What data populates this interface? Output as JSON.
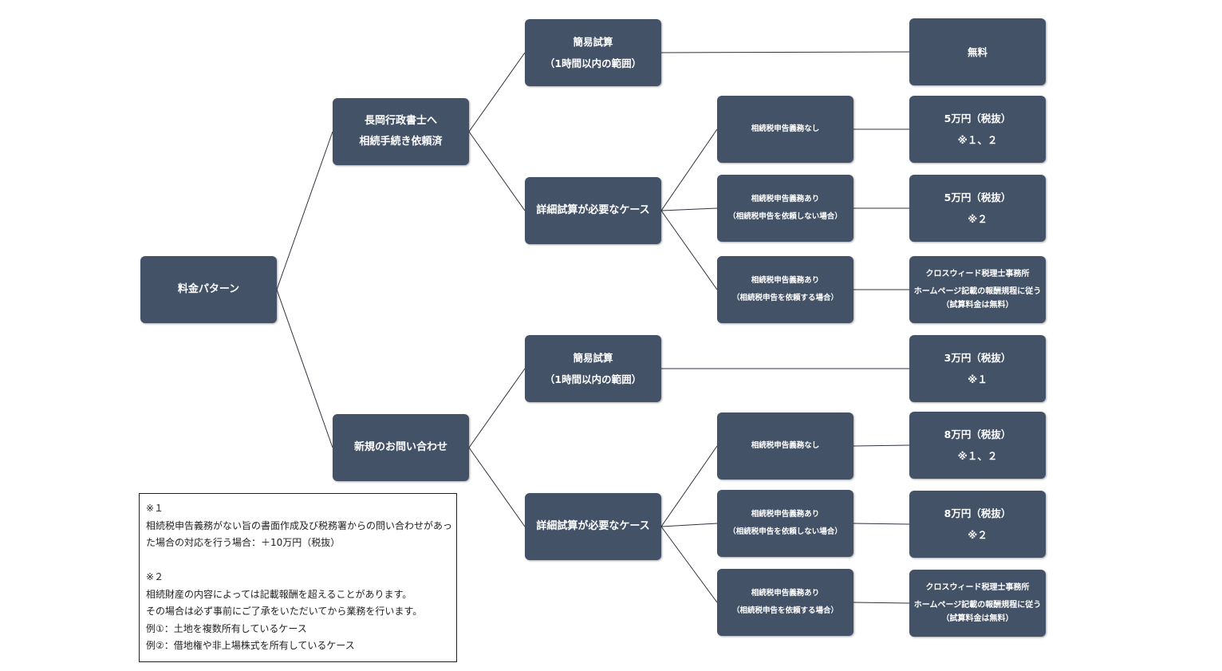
{
  "root": {
    "label": "料金パターン"
  },
  "branches": [
    {
      "label_lines": [
        "長岡行政書士へ",
        "相続手続き依頼済"
      ],
      "simple": {
        "label_lines": [
          "簡易試算",
          "（1時間以内の範囲）"
        ],
        "fee_lines": [
          "無料"
        ]
      },
      "detailed": {
        "label": "詳細試算が必要なケース",
        "cases": [
          {
            "label_lines": [
              "相続税申告義務なし"
            ],
            "fee_lines": [
              "5万円（税抜）",
              "※１、２"
            ]
          },
          {
            "label_lines": [
              "相続税申告義務あり",
              "（相続税申告を依頼しない場合）"
            ],
            "fee_lines": [
              "5万円（税抜）",
              "※２"
            ]
          },
          {
            "label_lines": [
              "相続税申告義務あり",
              "（相続税申告を依頼する場合）"
            ],
            "fee_lines": [
              "クロスウィード税理士事務所",
              "ホームページ記載の報酬規程に従う",
              "（試算料金は無料）"
            ]
          }
        ]
      }
    },
    {
      "label_lines": [
        "新規のお問い合わせ"
      ],
      "simple": {
        "label_lines": [
          "簡易試算",
          "（1時間以内の範囲）"
        ],
        "fee_lines": [
          "3万円（税抜）",
          "※１"
        ]
      },
      "detailed": {
        "label": "詳細試算が必要なケース",
        "cases": [
          {
            "label_lines": [
              "相続税申告義務なし"
            ],
            "fee_lines": [
              "8万円（税抜）",
              "※１、２"
            ]
          },
          {
            "label_lines": [
              "相続税申告義務あり",
              "（相続税申告を依頼しない場合）"
            ],
            "fee_lines": [
              "8万円（税抜）",
              "※２"
            ]
          },
          {
            "label_lines": [
              "相続税申告義務あり",
              "（相続税申告を依頼する場合）"
            ],
            "fee_lines": [
              "クロスウィード税理士事務所",
              "ホームページ記載の報酬規程に従う",
              "（試算料金は無料）"
            ]
          }
        ]
      }
    }
  ],
  "notes": {
    "note1_title": "※１",
    "note1_lines": [
      "相続税申告義務がない旨の書面作成及び税務署からの問い合わせがあっ",
      "た場合の対応を行う場合：＋10万円（税抜）"
    ],
    "note2_title": "※２",
    "note2_lines": [
      "相続財産の内容によっては記載報酬を超えることがあります。",
      "その場合は必ず事前にご了承をいただいてから業務を行います。",
      "例①：土地を複数所有しているケース",
      "例②：借地権や非上場株式を所有しているケース"
    ]
  },
  "colors": {
    "node_fill": "#445268",
    "node_text": "#ffffff",
    "line": "#2e3340"
  }
}
